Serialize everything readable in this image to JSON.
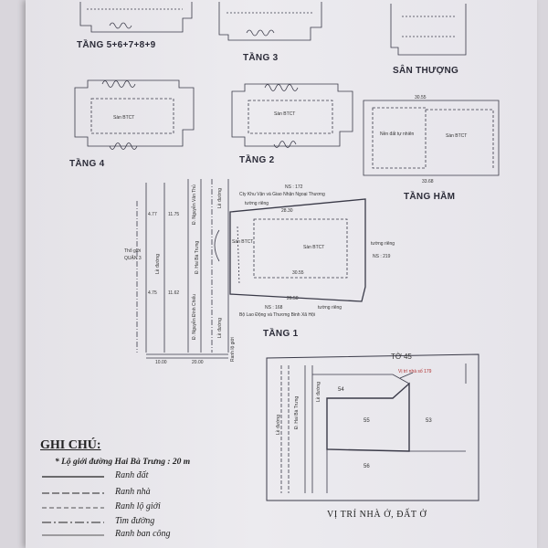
{
  "floor_labels": {
    "tang_5_9": "TẦNG 5+6+7+8+9",
    "tang_3": "TẦNG 3",
    "san_thuong": "SÂN THƯỢNG",
    "tang_4": "TẦNG 4",
    "tang_2": "TẦNG 2",
    "tang_ham": "TẦNG HẦM",
    "tang_1": "TẦNG 1"
  },
  "plan_text": {
    "san_btct": "Sàn BTCT",
    "nen_dat": "Nền đất tự nhiên",
    "ns_172": "NS : 172",
    "cty_line": "Cty Khu Vận và Giao Nhận Ngoại Thương",
    "tuong_rieng": "tường riêng",
    "ns_219": "NS : 219",
    "ns_168": "NS : 168",
    "bo_lao_dong": "Bộ Lao Động và Thương Binh Xã Hội",
    "the_gioi": "Thổ giới",
    "quan_3": "QUẬN 3",
    "lo_duong": "Lề đường",
    "d_nguyen_van_thu": "Đ. Nguyễn Văn Thủ",
    "d_hai_ba_trung": "Đ. Hai Bà Trưng",
    "d_nguyen_dinh_chieu": "Đ. Nguyễn Đình Chiểu",
    "ranh_lo_gioi": "Ranh lộ giới",
    "dim_20_00": "20.00",
    "dim_28_30": "28.30",
    "dim_30_55": "30.55",
    "dim_26_50": "26.50",
    "dim_4_77": "4.77",
    "dim_11_75": "11.75",
    "dim_4_75": "4.75",
    "dim_11_62": "11.62",
    "dim_10_00": "10.00",
    "dim_33_68": "33.68"
  },
  "site": {
    "to_label": "TỜ 45",
    "note": "Vị trí nhà số 179",
    "parcels": [
      "54",
      "55",
      "53",
      "56"
    ]
  },
  "legend": {
    "title": "GHI CHÚ:",
    "note": "* Lộ giới đường Hai Bà Trưng : 20 m",
    "items": [
      {
        "label": "Ranh đất",
        "style": "solid"
      },
      {
        "label": "Ranh nhà",
        "style": "dashed"
      },
      {
        "label": "Ranh lộ giới",
        "style": "dashed-light"
      },
      {
        "label": "Tim đường",
        "style": "dash-dot"
      },
      {
        "label": "Ranh ban công",
        "style": "solid-thin"
      }
    ]
  },
  "location_caption": "VỊ TRÍ NHÀ Ở, ĐẤT Ở"
}
